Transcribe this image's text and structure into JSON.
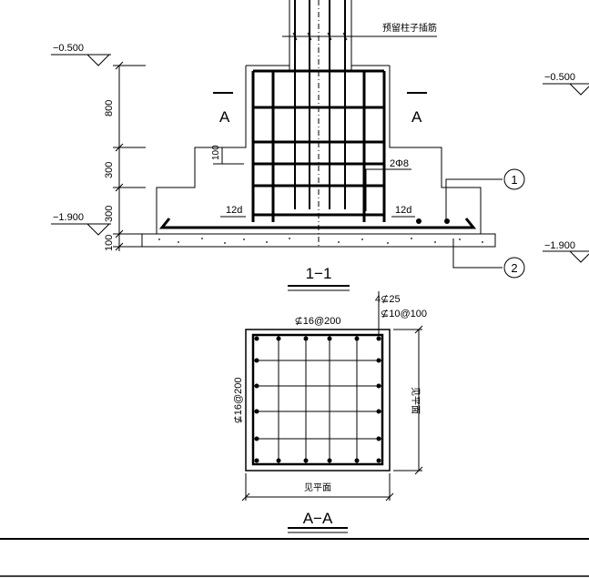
{
  "labels": {
    "column_dowels": "预留柱子插筋",
    "elev_top_left": "−0.500",
    "elev_top_right": "−0.500",
    "elev_bottom_left": "−1.900",
    "elev_bottom_right": "−1.900",
    "dim_800": "800",
    "dim_300_upper": "300",
    "dim_300_lower": "300",
    "dim_100_bottom": "100",
    "dim_100_step": "100",
    "cut_mark_left": "A",
    "cut_mark_right": "A",
    "stirrup_legs": "2Φ8",
    "hook_left": "12d",
    "hook_right": "12d",
    "callout_1": "1",
    "callout_2": "2",
    "section_1_title": "1−1",
    "section_a_title": "A−A",
    "corner_bars": "4⊈25",
    "ties": "⊈10@100",
    "top_mesh": "⊈16@200",
    "side_mesh": "⊈16@200",
    "see_plan_bottom": "见平面",
    "see_plan_right": "见平面"
  },
  "colors": {
    "line": "#000000",
    "background": "#ffffff"
  }
}
